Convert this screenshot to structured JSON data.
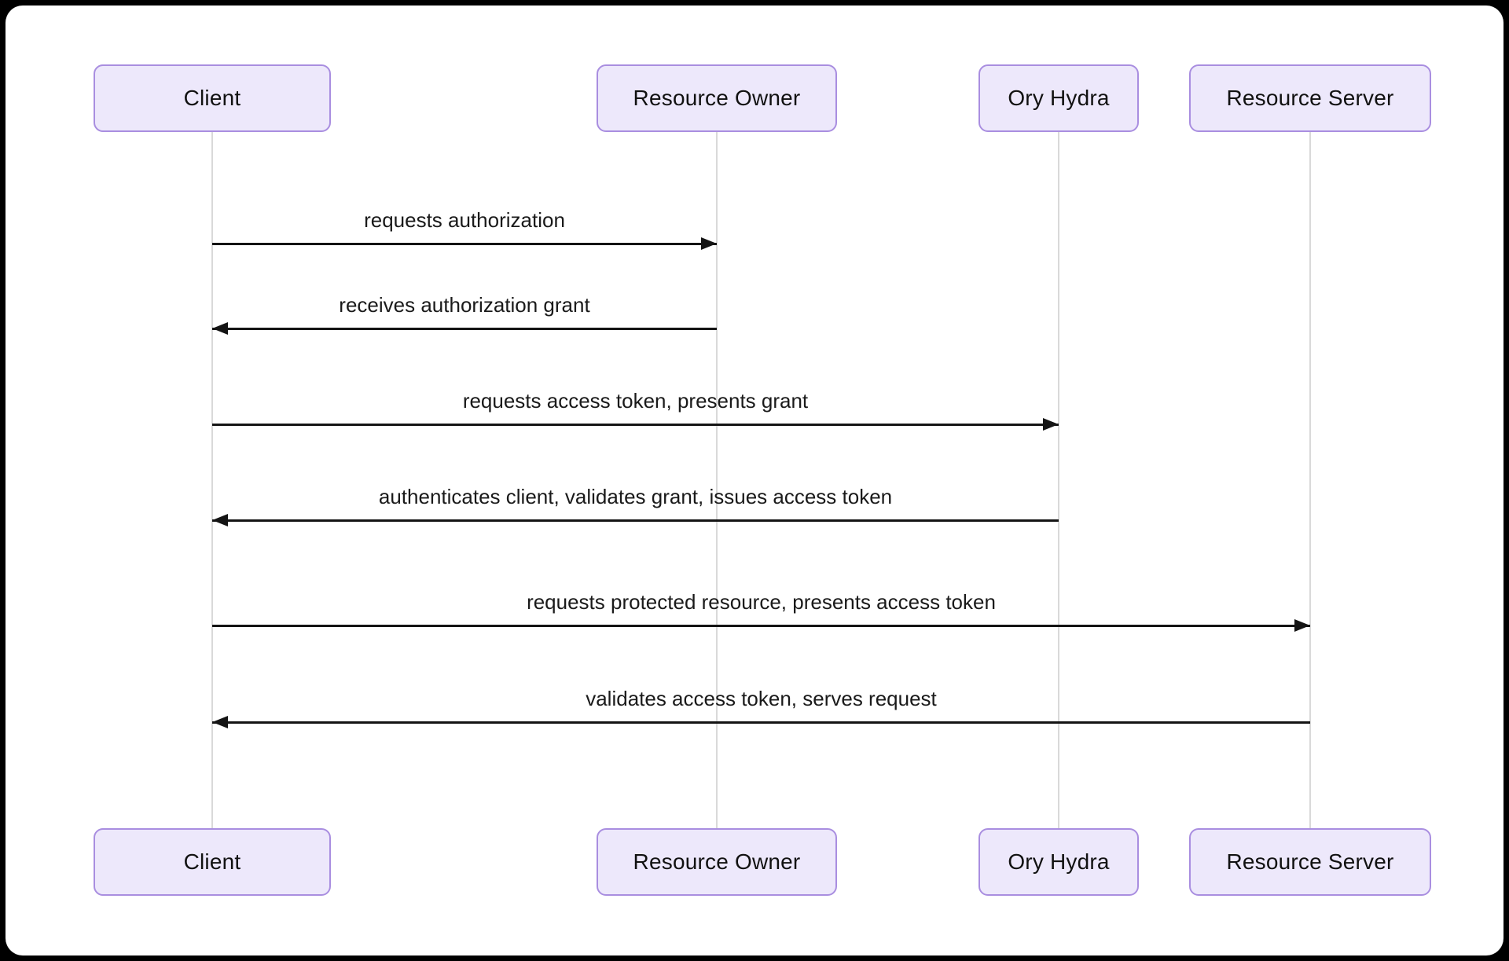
{
  "diagram": {
    "kind": "sequence-diagram",
    "actors": [
      {
        "id": "client",
        "label": "Client"
      },
      {
        "id": "resource-owner",
        "label": "Resource Owner"
      },
      {
        "id": "ory-hydra",
        "label": "Ory Hydra"
      },
      {
        "id": "resource-server",
        "label": "Resource Server"
      }
    ],
    "messages": [
      {
        "from": "Client",
        "to": "Resource Owner",
        "direction": "right",
        "label": "requests authorization"
      },
      {
        "from": "Resource Owner",
        "to": "Client",
        "direction": "left",
        "label": "receives authorization grant"
      },
      {
        "from": "Client",
        "to": "Ory Hydra",
        "direction": "right",
        "label": "requests access token, presents grant"
      },
      {
        "from": "Ory Hydra",
        "to": "Client",
        "direction": "left",
        "label": "authenticates client, validates grant, issues access token"
      },
      {
        "from": "Client",
        "to": "Resource Server",
        "direction": "right",
        "label": "requests protected resource, presents access token"
      },
      {
        "from": "Resource Server",
        "to": "Client",
        "direction": "left",
        "label": "validates access token, serves request"
      }
    ],
    "colors": {
      "page_background": "#000000",
      "card_background": "#ffffff",
      "actor_fill": "#ede8fb",
      "actor_border": "#a98ee0",
      "lifeline": "#d9d9d9",
      "message": "#141414"
    }
  }
}
